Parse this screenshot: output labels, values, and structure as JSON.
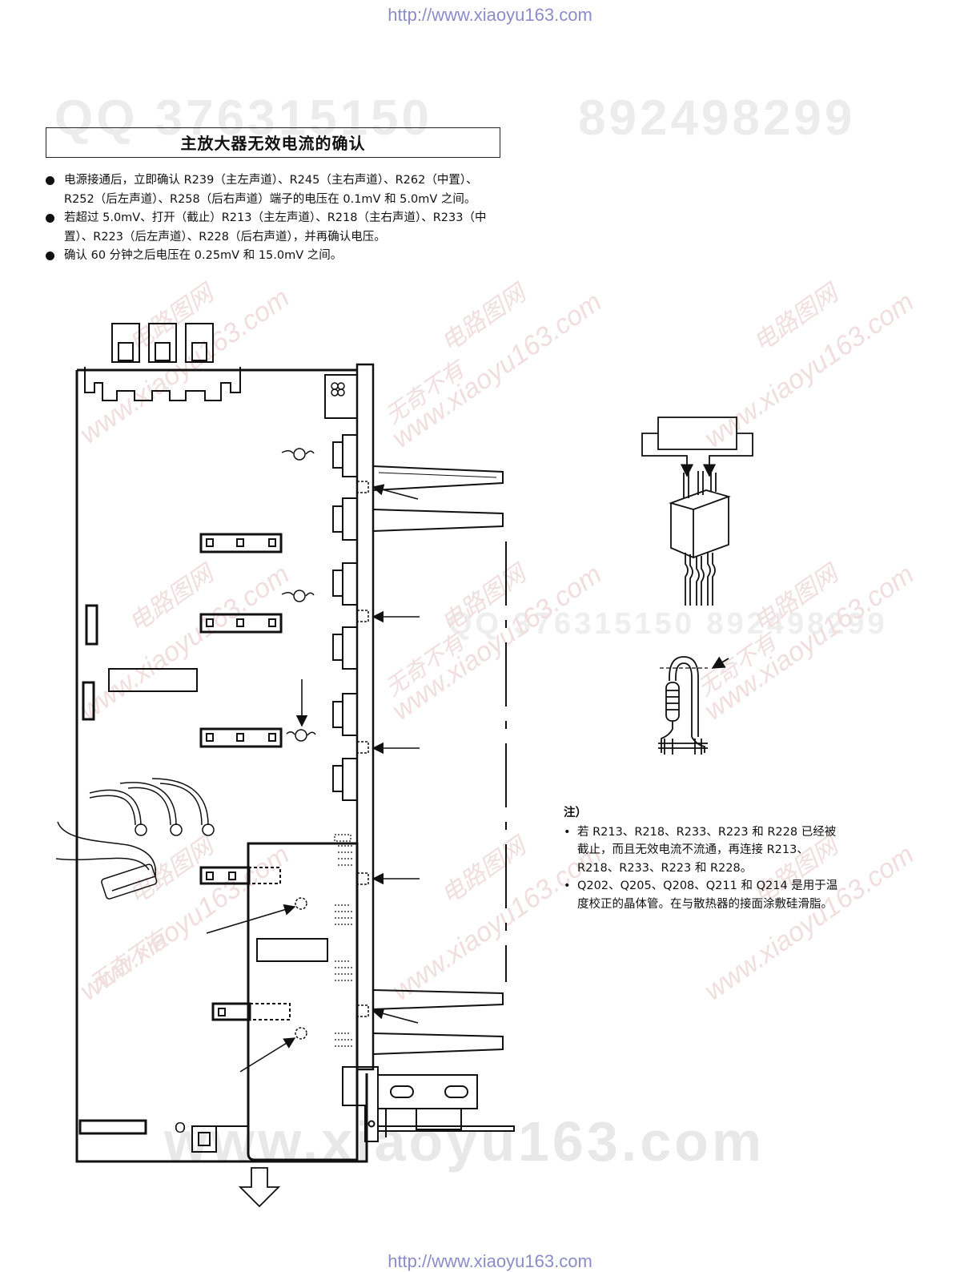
{
  "header_url": "http://www.xiaoyu163.com",
  "footer_url": "http://www.xiaoyu163.com",
  "watermarks": {
    "qq": "QQ 376315150",
    "num": "892498299",
    "site": "www.xiaoyu163.com",
    "brand": "无奇不有",
    "brand2": "电路图网",
    "mid": "QQ 376315150  892498299",
    "bottom": "www.xiaoyu163.com"
  },
  "title": "主放大器无效电流的确认",
  "bullets": [
    "电源接通后，立即确认 R239（主左声道）、R245（主右声道）、R262（中置）、R252（后左声道）、R258（后右声道）端子的电压在 0.1mV 和 5.0mV 之间。",
    "若超过 5.0mV、打开（截止）R213（主左声道）、R218（主右声道）、R233（中置）、R223（后左声道）、R228（后右声道），并再确认电压。",
    "确认 60 分钟之后电压在 0.25mV 和 15.0mV 之间。"
  ],
  "notes": {
    "title": "注）",
    "bullet_symbol": "•",
    "items": [
      "若 R213、R218、R233、R223 和 R228 已经被截止，而且无效电流不流通，再连接 R213、R218、R233、R223 和 R228。",
      "Q202、Q205、Q208、Q211 和 Q214 是用于温度校正的晶体管。在与散热器的接面涂敷硅滑脂。"
    ]
  },
  "diagram": {
    "pcb_label": "O"
  }
}
